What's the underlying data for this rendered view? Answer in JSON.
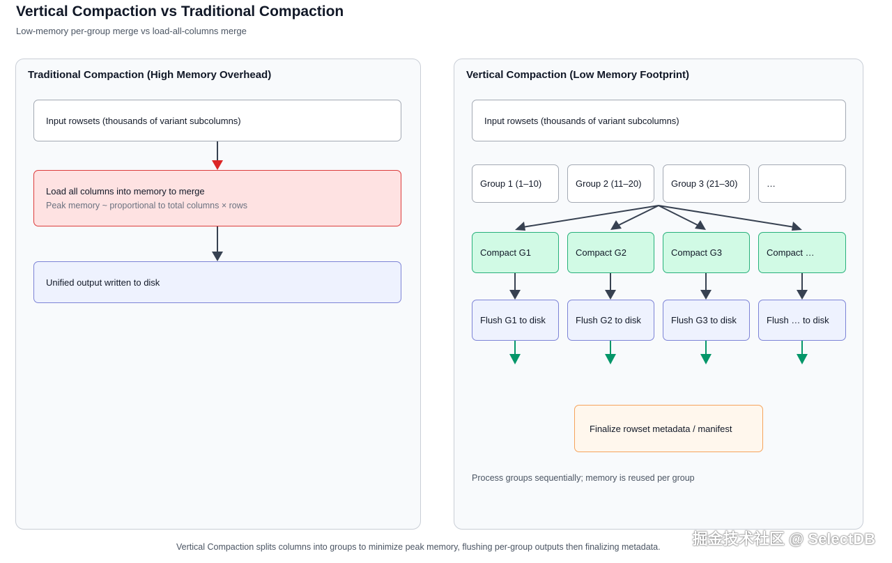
{
  "header": {
    "title": "Vertical Compaction vs Traditional Compaction",
    "subtitle": "Low-memory per-group merge vs load-all-columns merge"
  },
  "left_panel": {
    "title": "Traditional Compaction (High Memory Overhead)",
    "input": "Input rowsets (thousands of variant subcolumns)",
    "load": "Load all columns into memory to merge",
    "load_sub": "Peak memory ~ proportional to total columns × rows",
    "output": "Unified output written to disk"
  },
  "right_panel": {
    "title": "Vertical Compaction (Low Memory Footprint)",
    "input": "Input rowsets (thousands of variant subcolumns)",
    "groups": [
      "Group 1 (1–10)",
      "Group 2 (11–20)",
      "Group 3 (21–30)",
      "…"
    ],
    "compacts": [
      "Compact G1",
      "Compact G2",
      "Compact G3",
      "Compact …"
    ],
    "flushes": [
      "Flush G1 to disk",
      "Flush G2 to disk",
      "Flush G3 to disk",
      "Flush … to disk"
    ],
    "finalize": "Finalize rowset metadata / manifest",
    "note": "Process groups sequentially; memory is reused per group"
  },
  "footer": "Vertical Compaction splits columns into groups to minimize peak memory, flushing per-group outputs then finalizing metadata.",
  "watermark": "掘金技术社区 @ SelectDB",
  "colors": {
    "arrow_dark": "#374151",
    "arrow_red": "#dc2626",
    "arrow_green": "#059669"
  }
}
